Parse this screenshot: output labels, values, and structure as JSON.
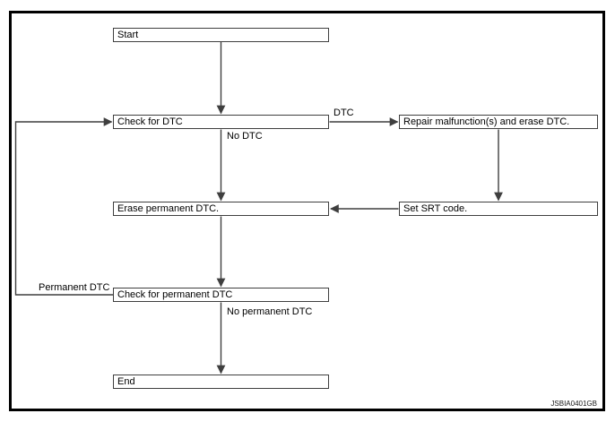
{
  "flowchart": {
    "title_hint": "DTC / permanent DTC check flow",
    "nodes": {
      "start": {
        "label": "Start"
      },
      "check_dtc": {
        "label": "Check for DTC"
      },
      "repair": {
        "label": "Repair malfunction(s) and erase DTC."
      },
      "set_srt": {
        "label": "Set SRT code."
      },
      "erase_permanent": {
        "label": "Erase permanent DTC."
      },
      "check_permanent": {
        "label": "Check for permanent DTC"
      },
      "end": {
        "label": "End"
      }
    },
    "edges": [
      {
        "from": "start",
        "to": "check_dtc",
        "label": ""
      },
      {
        "from": "check_dtc",
        "to": "repair",
        "label": "DTC"
      },
      {
        "from": "check_dtc",
        "to": "erase_permanent",
        "label": "No DTC"
      },
      {
        "from": "repair",
        "to": "set_srt",
        "label": ""
      },
      {
        "from": "set_srt",
        "to": "erase_permanent",
        "label": ""
      },
      {
        "from": "erase_permanent",
        "to": "check_permanent",
        "label": ""
      },
      {
        "from": "check_permanent",
        "to": "check_dtc",
        "label": "Permanent DTC"
      },
      {
        "from": "check_permanent",
        "to": "end",
        "label": "No permanent DTC"
      }
    ],
    "watermark": "JSBIA0401GB",
    "colors": {
      "line": "#3f3f3f",
      "node_border": "#3f3f3f",
      "frame": "#000000",
      "node_background": "#ffffff",
      "text": "#000000"
    }
  }
}
